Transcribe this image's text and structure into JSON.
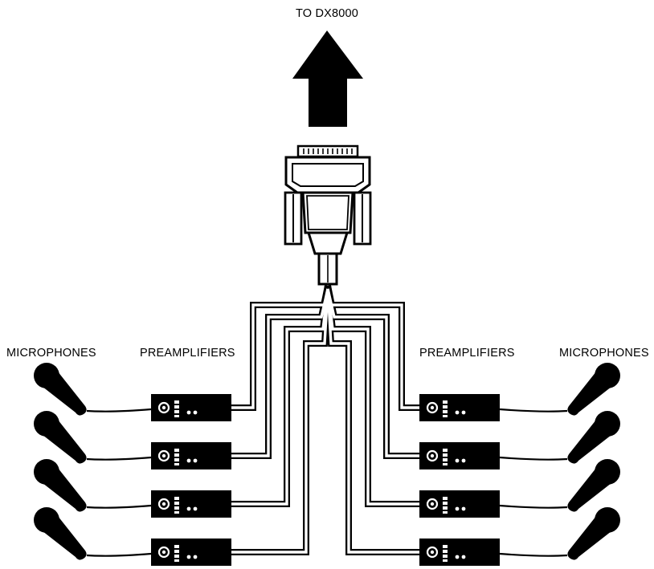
{
  "labels": {
    "destination": "TO DX8000",
    "left_microphones": "MICROPHONES",
    "left_preamplifiers": "PREAMPLIFIERS",
    "right_preamplifiers": "PREAMPLIFIERS",
    "right_microphones": "MICROPHONES"
  },
  "channels": {
    "per_side": 4,
    "total": 8
  },
  "icons": {
    "arrow": "up-arrow-icon",
    "connector": "db25-connector-icon",
    "preamp": "preamplifier-icon",
    "microphone": "microphone-icon"
  },
  "colors": {
    "ink": "#000000",
    "paper": "#ffffff"
  }
}
